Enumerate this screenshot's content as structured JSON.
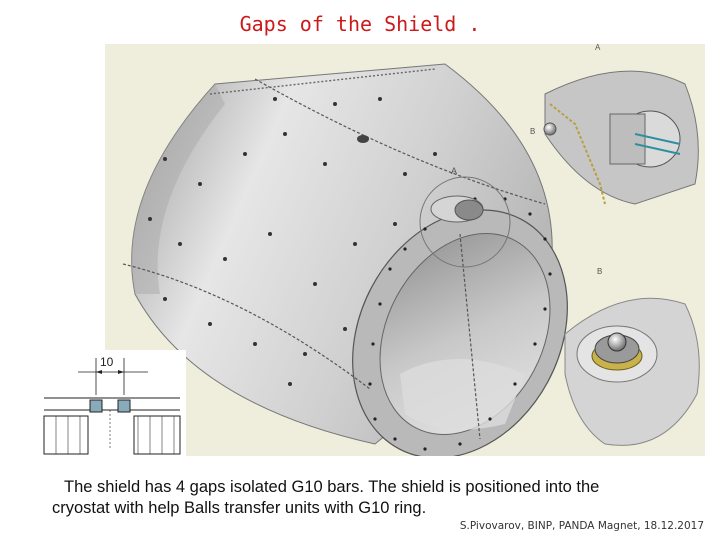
{
  "slide": {
    "title": "Gaps of the Shield .",
    "caption_line1": "The shield has 4 gaps isolated G10 bars. The shield is positioned into the",
    "caption_line2": "cryostat with help Balls transfer units with G10 ring.",
    "credit": "S.Pivovarov, BINP, PANDA Magnet, 18.12.2017"
  },
  "figure": {
    "label_a_main": "A",
    "label_a_detail": "A",
    "label_b_main": "B",
    "label_b_detail": "B",
    "inset_dimension": "10"
  },
  "colors": {
    "title": "#cc1a1a",
    "figure_bg": "#efeddc",
    "shield_metal": "#c9c9c9",
    "g10_bar": "#c9b24a"
  }
}
